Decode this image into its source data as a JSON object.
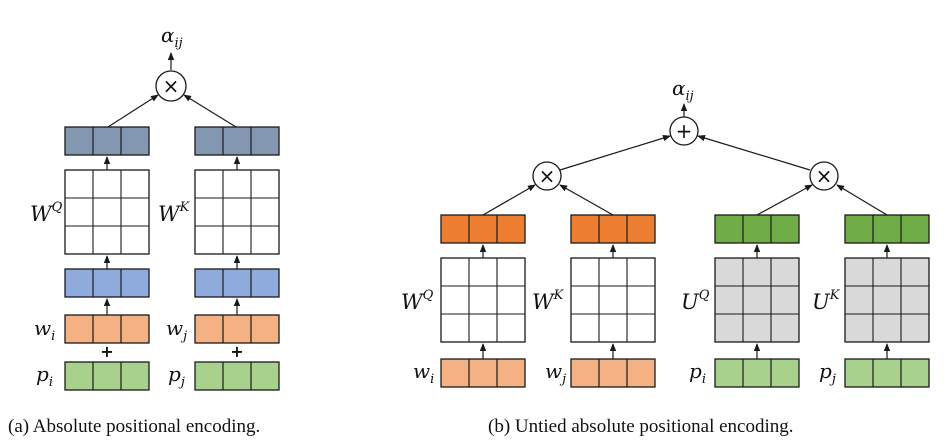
{
  "colors": {
    "query_key_a": "#8497B0",
    "hidden": "#8FAADC",
    "word": "#F4B183",
    "position": "#A9D18E",
    "query_key_b": "#ED7D31",
    "position_proj": "#70AD47",
    "matrix_gray": "#D9D9D9",
    "stroke": "#1a1a1a"
  },
  "panel_a": {
    "caption": "(a) Absolute positional encoding.",
    "output": {
      "base": "α",
      "sub": "ij"
    },
    "op_symbol": "×",
    "left": {
      "matrix": {
        "base": "W",
        "sup": "Q"
      },
      "word": {
        "base": "w",
        "sub": "i"
      },
      "pos": {
        "base": "p",
        "sub": "i"
      },
      "plus": "+"
    },
    "right": {
      "matrix": {
        "base": "W",
        "sup": "K"
      },
      "word": {
        "base": "w",
        "sub": "j"
      },
      "pos": {
        "base": "p",
        "sub": "j"
      },
      "plus": "+"
    }
  },
  "panel_b": {
    "caption": "(b) Untied absolute positional encoding.",
    "output": {
      "base": "α",
      "sub": "ij"
    },
    "top_op_symbol": "+",
    "mid_op_symbol": "×",
    "word_q": {
      "matrix": {
        "base": "W",
        "sup": "Q"
      },
      "input": {
        "base": "w",
        "sub": "i"
      }
    },
    "word_k": {
      "matrix": {
        "base": "W",
        "sup": "K"
      },
      "input": {
        "base": "w",
        "sub": "j"
      }
    },
    "pos_q": {
      "matrix": {
        "base": "U",
        "sup": "Q"
      },
      "input": {
        "base": "p",
        "sub": "i"
      }
    },
    "pos_k": {
      "matrix": {
        "base": "U",
        "sup": "K"
      },
      "input": {
        "base": "p",
        "sub": "j"
      }
    }
  }
}
